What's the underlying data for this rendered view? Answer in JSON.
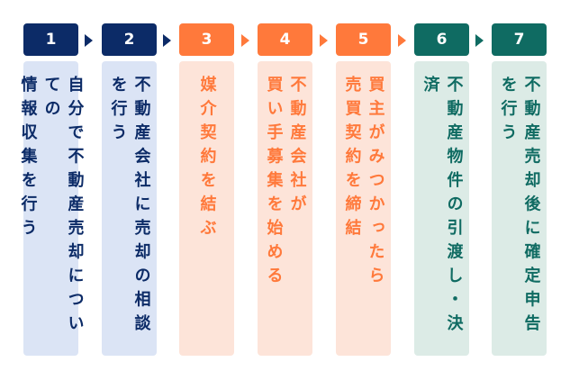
{
  "colors": {
    "navy": "#0c2b67",
    "orange": "#ff793b",
    "teal": "#0f6b62"
  },
  "steps": [
    {
      "number": "1",
      "lines": [
        "自分で不動産売却についての",
        "情報収集を行う"
      ]
    },
    {
      "number": "2",
      "lines": [
        "不動産会社に売却の相談を行う"
      ]
    },
    {
      "number": "3",
      "lines": [
        "媒介契約を結ぶ"
      ]
    },
    {
      "number": "4",
      "lines": [
        "不動産会社が",
        "買い手募集を始める"
      ]
    },
    {
      "number": "5",
      "lines": [
        "買主がみつかったら",
        "売買契約を締結"
      ]
    },
    {
      "number": "6",
      "lines": [
        "不動産物件の引渡し・決済"
      ]
    },
    {
      "number": "7",
      "lines": [
        "不動産売却後に確定申告を行う"
      ]
    }
  ]
}
